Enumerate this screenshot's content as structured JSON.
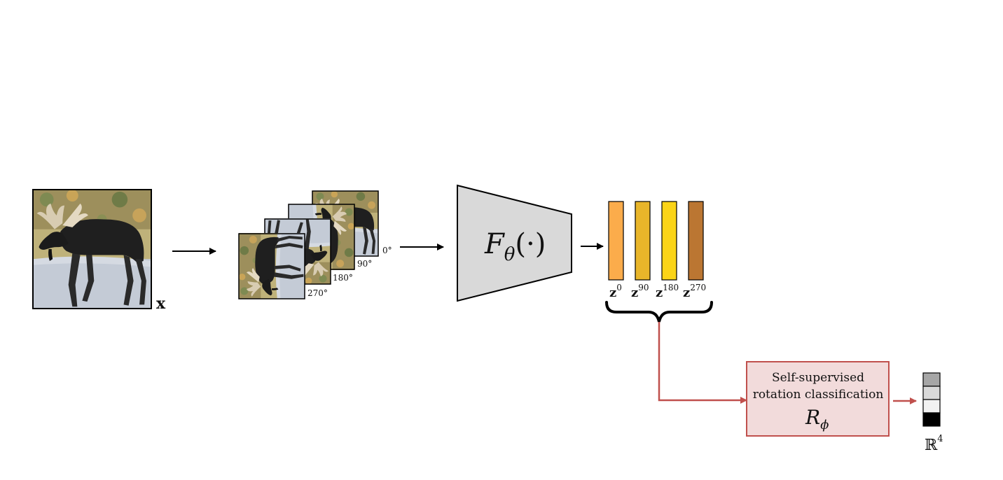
{
  "input": {
    "var_label": "x"
  },
  "rotations": [
    {
      "deg": 0,
      "label": "0°"
    },
    {
      "deg": 90,
      "label": "90°"
    },
    {
      "deg": 180,
      "label": "180°"
    },
    {
      "deg": 270,
      "label": "270°"
    }
  ],
  "encoder": {
    "func": "F",
    "subscript": "θ",
    "args": "(·)",
    "fill": "#d9d9d9"
  },
  "features": [
    {
      "base": "z",
      "sup": "0",
      "color": "#fbac4b"
    },
    {
      "base": "z",
      "sup": "90",
      "color": "#e8b52a"
    },
    {
      "base": "z",
      "sup": "180",
      "color": "#fbd417"
    },
    {
      "base": "z",
      "sup": "270",
      "color": "#bb7632"
    }
  ],
  "classifier": {
    "line1": "Self-supervised",
    "line2": "rotation classification",
    "symbol": "R",
    "subscript": "ϕ",
    "border_color": "#c0504d",
    "fill_color": "#f2dbdb"
  },
  "output": {
    "label": "ℝ",
    "sup": "4",
    "cells": [
      "#a6a6a6",
      "#d9d9d9",
      "#f2f2f2",
      "#000000"
    ]
  }
}
